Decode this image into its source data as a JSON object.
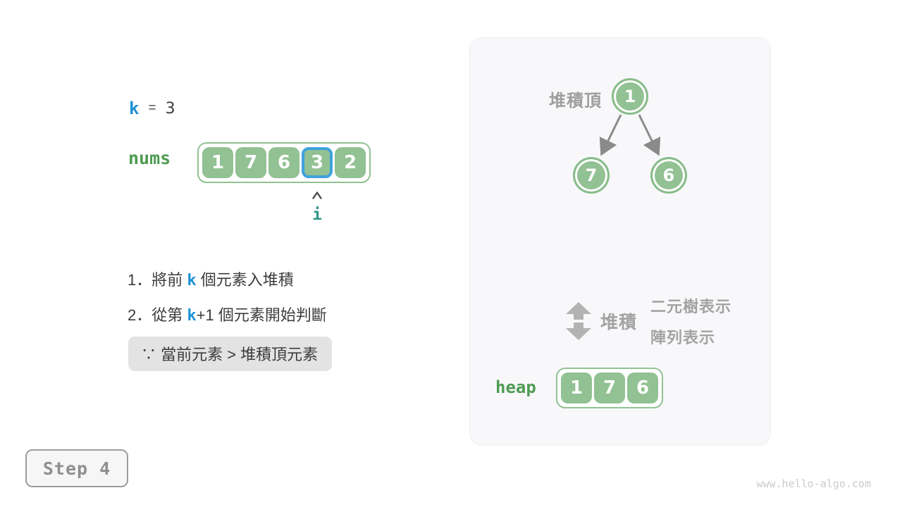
{
  "left": {
    "k_assign": {
      "variable": "k",
      "operator": "=",
      "value": "3"
    },
    "nums": {
      "label": "nums",
      "values": [
        "1",
        "7",
        "6",
        "3",
        "2"
      ],
      "highlight_index": 3,
      "pointer_label": "i"
    },
    "steps": {
      "s1_prefix": "1．將前 ",
      "s1_k": "k",
      "s1_suffix": " 個元素入堆積",
      "s2_prefix": "2．從第 ",
      "s2_k": "k",
      "s2_mid": "+1",
      "s2_suffix": " 個元素開始判斷"
    },
    "condition": "∵ 當前元素 > 堆積頂元素",
    "step_button": "Step 4"
  },
  "panel": {
    "heap_top_label": "堆積頂",
    "tree": {
      "root": "1",
      "left_child": "7",
      "right_child": "6"
    },
    "legend": {
      "arrow_label": "堆積",
      "tree_repr": "二元樹表示",
      "array_repr": "陣列表示"
    },
    "heap": {
      "label": "heap",
      "values": [
        "1",
        "7",
        "6"
      ]
    }
  },
  "watermark": "www.hello-algo.com",
  "colors": {
    "cell_green": "#92C193",
    "label_green": "#4F9B53",
    "code_blue": "#1E90D6",
    "highlight_border_blue": "#3FA2DC",
    "pointer_teal": "#2F968C",
    "dark_text": "#3C3C3C",
    "gray_label": "#A3A3A3",
    "arrow_gray": "#8A8A8A",
    "condition_box_bg": "#E3E3E3",
    "panel_bg": "#F8F8FA",
    "button_text_gray": "#8F8F8F"
  }
}
